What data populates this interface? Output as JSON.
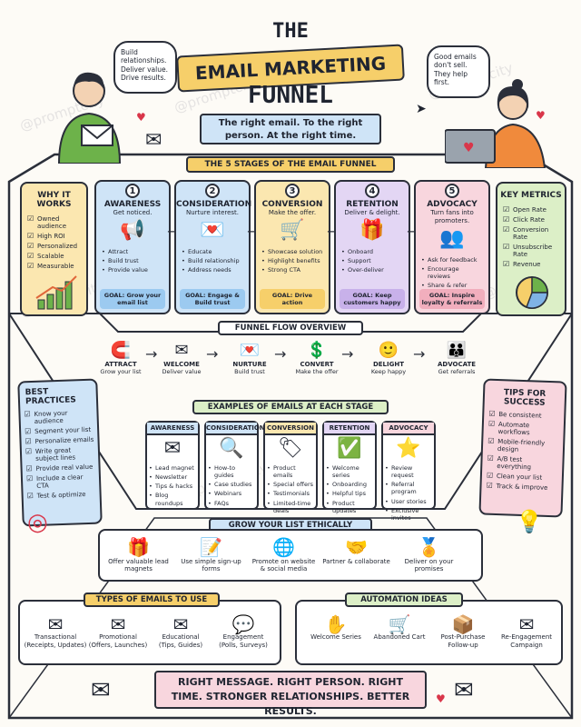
{
  "title": {
    "line1": "THE",
    "line2": "EMAIL MARKETING",
    "line3": "FUNNEL"
  },
  "tagline": "The right email. To the right person. At the right time.",
  "bubble_left": "Build relationships. Deliver value. Drive results.",
  "bubble_right": "Good emails don't sell. They help first.",
  "stages_banner": "THE 5 STAGES OF THE EMAIL FUNNEL",
  "why": {
    "title": "WHY IT WORKS",
    "items": [
      "Owned audience",
      "High ROI",
      "Personalized",
      "Scalable",
      "Measurable"
    ]
  },
  "stages": [
    {
      "num": "1",
      "title": "AWARENESS",
      "sub": "Get noticed.",
      "icon": "megaphone-icon",
      "bullets": [
        "Attract",
        "Build trust",
        "Provide value"
      ],
      "goal": "GOAL: Grow your email list",
      "color": "#cfe4f7",
      "goal_color": "#9ccaf0"
    },
    {
      "num": "2",
      "title": "CONSIDERATION",
      "sub": "Nurture interest.",
      "icon": "envelope-heart-icon",
      "bullets": [
        "Educate",
        "Build relationship",
        "Address needs"
      ],
      "goal": "GOAL: Engage & Build trust",
      "color": "#cfe4f7",
      "goal_color": "#9ccaf0"
    },
    {
      "num": "3",
      "title": "CONVERSION",
      "sub": "Make the offer.",
      "icon": "cart-icon",
      "bullets": [
        "Showcase solution",
        "Highlight benefits",
        "Strong CTA"
      ],
      "goal": "GOAL: Drive action",
      "color": "#fbe7b0",
      "goal_color": "#f6cf6a"
    },
    {
      "num": "4",
      "title": "RETENTION",
      "sub": "Deliver & delight.",
      "icon": "gift-icon",
      "bullets": [
        "Onboard",
        "Support",
        "Over-deliver"
      ],
      "goal": "GOAL: Keep customers happy",
      "color": "#e3d6f4",
      "goal_color": "#c8b1ea"
    },
    {
      "num": "5",
      "title": "ADVOCACY",
      "sub": "Turn fans into promoters.",
      "icon": "people-icon",
      "bullets": [
        "Ask for feedback",
        "Encourage reviews",
        "Share & refer"
      ],
      "goal": "GOAL: Inspire loyalty & referrals",
      "color": "#f8d6de",
      "goal_color": "#f1aebd"
    }
  ],
  "metrics": {
    "title": "KEY METRICS",
    "items": [
      "Open Rate",
      "Click Rate",
      "Conversion Rate",
      "Unsubscribe Rate",
      "Revenue"
    ]
  },
  "flow_banner": "FUNNEL FLOW OVERVIEW",
  "flow": [
    {
      "label": "ATTRACT",
      "sub": "Grow your list",
      "icon": "magnet-icon"
    },
    {
      "label": "WELCOME",
      "sub": "Deliver value",
      "icon": "envelope-icon"
    },
    {
      "label": "NURTURE",
      "sub": "Build trust",
      "icon": "heart-envelope-icon"
    },
    {
      "label": "CONVERT",
      "sub": "Make the offer",
      "icon": "dollar-icon"
    },
    {
      "label": "DELIGHT",
      "sub": "Keep happy",
      "icon": "person-icon"
    },
    {
      "label": "ADVOCATE",
      "sub": "Get referrals",
      "icon": "group-icon"
    }
  ],
  "best": {
    "title": "BEST PRACTICES",
    "items": [
      "Know your audience",
      "Segment your list",
      "Personalize emails",
      "Write great subject lines",
      "Provide real value",
      "Include a clear CTA",
      "Test & optimize"
    ]
  },
  "tips": {
    "title": "TIPS FOR SUCCESS",
    "items": [
      "Be consistent",
      "Automate workflows",
      "Mobile-friendly design",
      "A/B test everything",
      "Clean your list",
      "Track & improve"
    ]
  },
  "examples_banner": "EXAMPLES OF EMAILS AT EACH STAGE",
  "examples": [
    {
      "title": "AWARENESS",
      "icon": "envelope-icon",
      "items": [
        "Lead magnet",
        "Newsletter",
        "Tips & hacks",
        "Blog roundups"
      ],
      "color": "#cfe4f7"
    },
    {
      "title": "CONSIDERATION",
      "icon": "magnifier-icon",
      "items": [
        "How-to guides",
        "Case studies",
        "Webinars",
        "FAQs"
      ],
      "color": "#cfe4f7"
    },
    {
      "title": "CONVERSION",
      "icon": "buy-icon",
      "items": [
        "Product emails",
        "Special offers",
        "Testimonials",
        "Limited-time deals"
      ],
      "color": "#fbe7b0"
    },
    {
      "title": "RETENTION",
      "icon": "check-envelope-icon",
      "items": [
        "Welcome series",
        "Onboarding",
        "Helpful tips",
        "Product updates"
      ],
      "color": "#e3d6f4"
    },
    {
      "title": "ADVOCACY",
      "icon": "star-envelope-icon",
      "items": [
        "Review request",
        "Referral program",
        "User stories",
        "Exclusive invites"
      ],
      "color": "#f8d6de"
    }
  ],
  "grow_banner": "GROW YOUR LIST ETHICALLY",
  "grow": [
    {
      "label": "Offer valuable lead magnets",
      "icon": "gift-icon"
    },
    {
      "label": "Use simple sign-up forms",
      "icon": "form-icon"
    },
    {
      "label": "Promote on website & social media",
      "icon": "globe-icon"
    },
    {
      "label": "Partner & collaborate",
      "icon": "handshake-icon"
    },
    {
      "label": "Deliver on your promises",
      "icon": "badge-icon"
    }
  ],
  "types_banner": "TYPES OF EMAILS TO USE",
  "types": [
    {
      "label": "Transactional",
      "sub": "(Receipts, Updates)",
      "icon": "envelope-icon"
    },
    {
      "label": "Promotional",
      "sub": "(Offers, Launches)",
      "icon": "envelope-icon"
    },
    {
      "label": "Educational",
      "sub": "(Tips, Guides)",
      "icon": "envelope-icon"
    },
    {
      "label": "Engagement",
      "sub": "(Polls, Surveys)",
      "icon": "chat-icon"
    }
  ],
  "auto_banner": "AUTOMATION IDEAS",
  "auto": [
    {
      "label": "Welcome Series",
      "icon": "wave-icon"
    },
    {
      "label": "Abandoned Cart",
      "icon": "cart-icon"
    },
    {
      "label": "Post-Purchase Follow-up",
      "icon": "box-icon"
    },
    {
      "label": "Re-Engagement Campaign",
      "icon": "envelope-icon"
    }
  ],
  "footer": "RIGHT MESSAGE. RIGHT PERSON. RIGHT TIME. STRONGER RELATIONSHIPS. BETTER RESULTS.",
  "watermark": "@promptcity",
  "colors": {
    "blue": "#cfe4f7",
    "yellow": "#fbe7b0",
    "purple": "#e3d6f4",
    "pink": "#f8d6de",
    "green": "#dcefc7"
  }
}
